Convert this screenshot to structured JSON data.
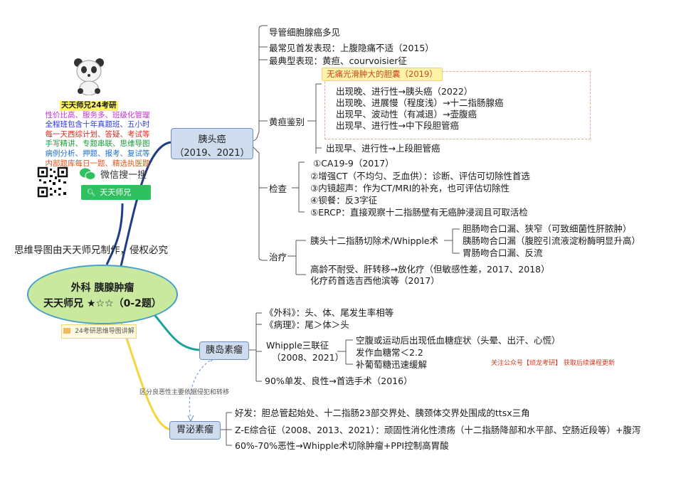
{
  "watermark_left": "思维导图由天天师兄制作，侵权必究",
  "promo": {
    "title": "天天师兄24考研",
    "lines": [
      {
        "text": "性价比高、服务多、班级化管理",
        "color": "#c531d8"
      },
      {
        "text": "全程班包含十年真题班、五小时",
        "color": "#2b3bd6"
      },
      {
        "text": "每一天西综计划、答疑、考试等",
        "color": "#d42c1f"
      },
      {
        "text": "手写精讲、专题串联、思维导图",
        "color": "#1a9a3a"
      },
      {
        "text": "病例分析、押题、报考、复试等",
        "color": "#1d6fd6"
      },
      {
        "text": "内部题库每日一题、精选执医题",
        "color": "#e0541c"
      }
    ]
  },
  "wechat": {
    "label": "微信搜一搜",
    "search_text": "天天师兄"
  },
  "center": {
    "line1": "外科 胰腺肿瘤",
    "line2": "天天师兄 ★☆☆（0-2题）"
  },
  "badge_text": "24考研思维导图讲解",
  "red_note": "关注公众号【顽龙考研】 获取后续课程更新",
  "relation_note": "区分良恶性主要依据侵犯和转移",
  "branch1": {
    "title": "胰头癌",
    "years": "（2019、2021）",
    "items": [
      "导管细胞腺癌多见",
      "最常见首发表现：上腹隐痛不适（2015）",
      "最典型表现：黄疸、courvoisier征"
    ],
    "jaundice": {
      "label": "黄疸鉴别",
      "highlight": "无痛光滑肿大的胆囊（2019）",
      "rows": [
        "出现晚、进行性→胰头癌（2022）",
        "出现晚、进展慢（程度浅）→十二指肠腺癌",
        "出现早、波动性（有减退）→壶腹癌",
        "出现早、进行性→中下段胆管癌"
      ],
      "extra": "出现早、进行性→上段胆管癌"
    },
    "exam": {
      "label": "检查",
      "rows": [
        "①CA19-9（2017）",
        "②增强CT（不均匀、乏血供）：诊断、评估可切除性首选",
        "③内镜超声：作为CT/MRI的补充，也可评估切除性",
        "④钡餐：反3字征",
        "⑤ERCP：直接观察十二指肠壁有无癌肿浸润且可取活检"
      ]
    },
    "treat": {
      "label": "治疗",
      "whipple": "胰头十二指肠切除术/Whipple术",
      "whipple_items": [
        "胆肠吻合口漏、狭窄（可致细菌性肝脓肿）",
        "胰肠吻合口漏（腹腔引流液淀粉酶明显升高）",
        "胃肠吻合口漏、反流"
      ],
      "others": [
        "高龄不耐受、肝转移→放化疗（但敏感性差，2017、2018）",
        "化疗药首选吉西他滨等（2017）"
      ]
    }
  },
  "branch2": {
    "title": "胰岛素瘤",
    "items": [
      "《外科》：头、体、尾发生率相等",
      "《病理》：尾＞体＞头"
    ],
    "whipple_triad": {
      "label": "Whipple三联征",
      "years": "（2008、2021）",
      "rows": [
        "空腹或运动后出现低血糖症状（头晕、出汗、心慌）",
        "发作血糖常＜2.2",
        "补葡萄糖迅速缓解"
      ]
    },
    "last": "90%单发、良性→首选手术（2016）"
  },
  "branch3": {
    "title": "胃泌素瘤",
    "items": [
      "好发：胆总管起始处、十二指肠23部交界处、胰颈体交界处围成的ttsx三角",
      "Z-E综合征（2008、2013、2021）：顽固性消化性溃疡（十二指肠降部和水平部、空肠近段等）+腹泻",
      "60%-70%恶性→Whipple术切除肿瘤+PPI控制高胃酸"
    ]
  },
  "colors": {
    "branch_line": "#3f6fb0",
    "center_fill": "#c9ea9e",
    "yellow_line": "#f5d63a",
    "teal_line": "#1aa39a",
    "navy_line": "#1f3c88"
  }
}
